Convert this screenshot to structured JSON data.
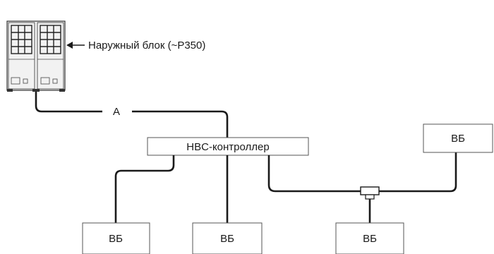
{
  "outdoor_unit": {
    "label": "Наружный блок (~P350)"
  },
  "pipe_a": {
    "label": "A"
  },
  "controller": {
    "label": "HBC-контроллер"
  },
  "indoor_units": [
    {
      "label": "ВБ"
    },
    {
      "label": "ВБ"
    },
    {
      "label": "ВБ"
    },
    {
      "label": "ВБ"
    }
  ],
  "colors": {
    "line": "#1a1a1a",
    "box_stroke": "#555555",
    "unit_fill": "#f2f2f2"
  }
}
